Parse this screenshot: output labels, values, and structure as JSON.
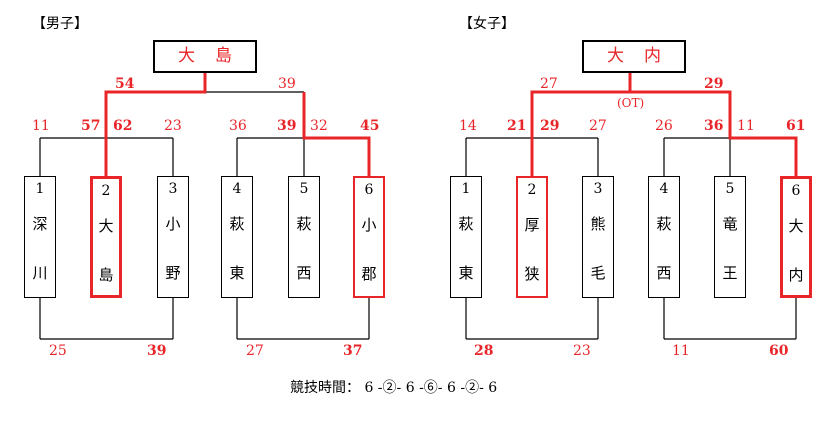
{
  "colors": {
    "red": "#e8262a",
    "black": "#000000"
  },
  "boys": {
    "heading": "【男子】",
    "champion": "大島",
    "teams": [
      {
        "num": "1",
        "line1": "深",
        "line2": "川"
      },
      {
        "num": "2",
        "line1": "大",
        "line2": "島"
      },
      {
        "num": "3",
        "line1": "小",
        "line2": "野"
      },
      {
        "num": "4",
        "line1": "萩",
        "line2": "東"
      },
      {
        "num": "5",
        "line1": "萩",
        "line2": "西"
      },
      {
        "num": "6",
        "line1": "小",
        "line2": "郡"
      }
    ],
    "scores": {
      "final_left": "54",
      "final_right": "39",
      "semi_left_a": "11",
      "semi_left_b": "57",
      "semi_left_c": "62",
      "semi_left_d": "23",
      "semi_right_a": "36",
      "semi_right_b": "39",
      "semi_right_c": "32",
      "semi_right_d": "45",
      "bottom_left_a": "25",
      "bottom_left_b": "39",
      "bottom_right_a": "27",
      "bottom_right_b": "37"
    }
  },
  "girls": {
    "heading": "【女子】",
    "champion": "大内",
    "ot_note": "(OT)",
    "teams": [
      {
        "num": "1",
        "line1": "萩",
        "line2": "東"
      },
      {
        "num": "2",
        "line1": "厚",
        "line2": "狭"
      },
      {
        "num": "3",
        "line1": "熊",
        "line2": "毛"
      },
      {
        "num": "4",
        "line1": "萩",
        "line2": "西"
      },
      {
        "num": "5",
        "line1": "竜",
        "line2": "王"
      },
      {
        "num": "6",
        "line1": "大",
        "line2": "内"
      }
    ],
    "scores": {
      "final_left": "27",
      "final_right": "29",
      "semi_left_a": "14",
      "semi_left_b": "21",
      "semi_left_c": "29",
      "semi_left_d": "27",
      "semi_right_a": "26",
      "semi_right_b": "36",
      "semi_right_c": "11",
      "semi_right_d": "61",
      "bottom_left_a": "28",
      "bottom_left_b": "23",
      "bottom_right_a": "11",
      "bottom_right_b": "60"
    }
  },
  "footer": {
    "match_time": "競技時間： 6 -②- 6 -⑥- 6 -②- 6"
  }
}
